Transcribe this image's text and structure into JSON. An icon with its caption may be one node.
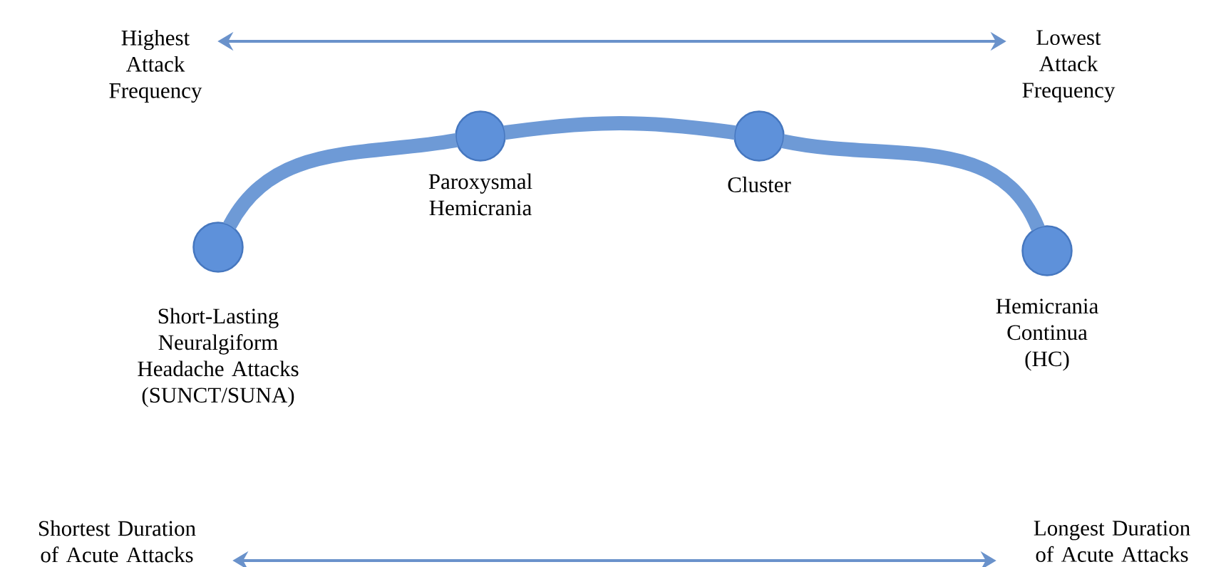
{
  "diagram": {
    "nodes": [
      {
        "text": [
          "Highest Attack Frequency"
        ]
      },
      {
        "text": [
          "Lowest Attack Frequency"
        ]
      },
      {
        "text": [],
        "shape": "circle",
        "beside": [
          "Short-Lasting Neuralgiform Headache Attacks (SUNCT/SUNA)"
        ]
      },
      {
        "text": [],
        "shape": "circle",
        "beside": [
          "Paroxysmal Hemicrania"
        ]
      },
      {
        "text": [],
        "shape": "circle",
        "beside": [
          "Cluster"
        ]
      },
      {
        "text": [],
        "shape": "circle",
        "beside": [
          "Hemicrania Continua (HC)"
        ]
      },
      {
        "text": [
          "Shortest Duration of Acute Attacks"
        ]
      },
      {
        "text": [
          "Longest Duration of Acute Attacks"
        ]
      }
    ],
    "edges": [
      {
        "from": 0,
        "to": 1,
        "arrow": "both"
      },
      {
        "from": 2,
        "to": 3,
        "arrow": "none"
      },
      {
        "from": 3,
        "to": 4,
        "arrow": "none"
      },
      {
        "from": 4,
        "to": 5,
        "arrow": "none"
      },
      {
        "from": 6,
        "to": 7,
        "arrow": "both"
      }
    ]
  }
}
